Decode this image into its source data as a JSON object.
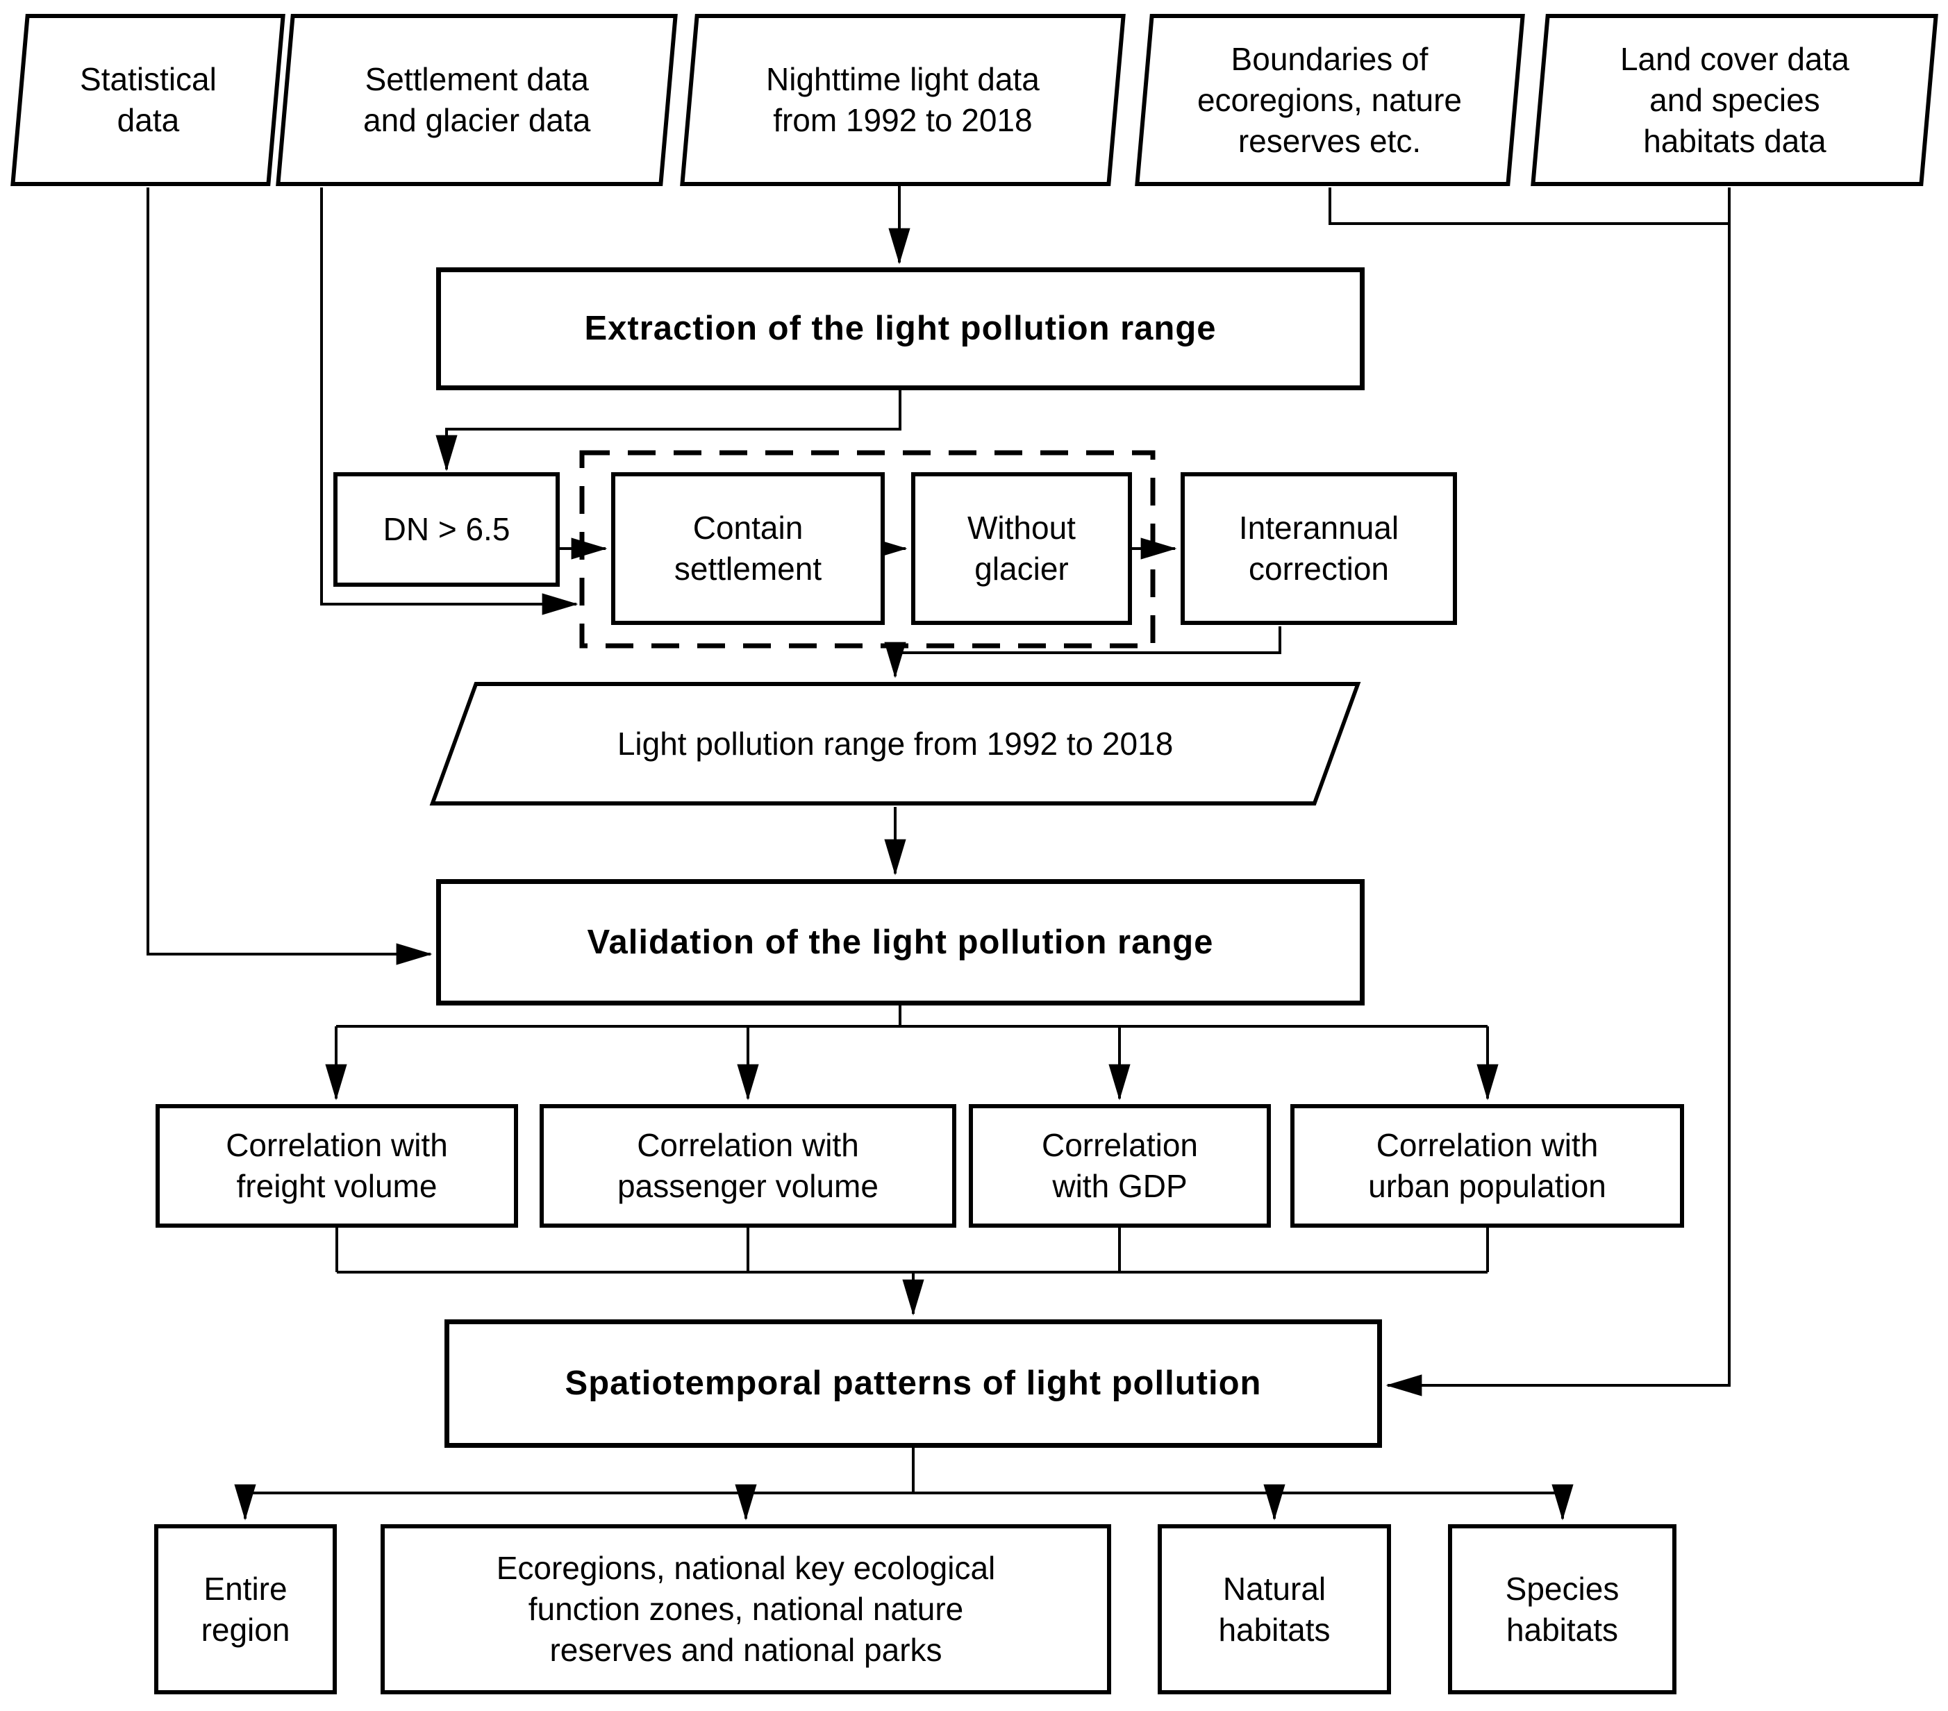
{
  "inputs": [
    {
      "label": "Statistical\ndata"
    },
    {
      "label": "Settlement data\nand glacier data"
    },
    {
      "label": "Nighttime light data\nfrom 1992 to 2018"
    },
    {
      "label": "Boundaries of\necoregions, nature\nreserves etc."
    },
    {
      "label": "Land cover data\nand species\nhabitats data"
    }
  ],
  "process": {
    "extraction": "Extraction of the light pollution range",
    "dn_threshold": "DN > 6.5",
    "contain_settlement": "Contain\nsettlement",
    "without_glacier": "Without\nglacier",
    "interannual_correction": "Interannual\ncorrection",
    "range_result": "Light pollution range from 1992 to 2018",
    "validation": "Validation of the light pollution range",
    "spatiotemporal": "Spatiotemporal patterns of light pollution"
  },
  "validation_checks": [
    {
      "label": "Correlation with\nfreight volume"
    },
    {
      "label": "Correlation with\npassenger volume"
    },
    {
      "label": "Correlation\nwith GDP"
    },
    {
      "label": "Correlation with\nurban population"
    }
  ],
  "outputs": [
    {
      "label": "Entire\nregion"
    },
    {
      "label": "Ecoregions, national key ecological\nfunction zones, national nature\nreserves and national parks"
    },
    {
      "label": "Natural\nhabitats"
    },
    {
      "label": "Species\nhabitats"
    }
  ],
  "colors": {
    "line": "#000000",
    "background": "#ffffff",
    "text": "#000000"
  }
}
